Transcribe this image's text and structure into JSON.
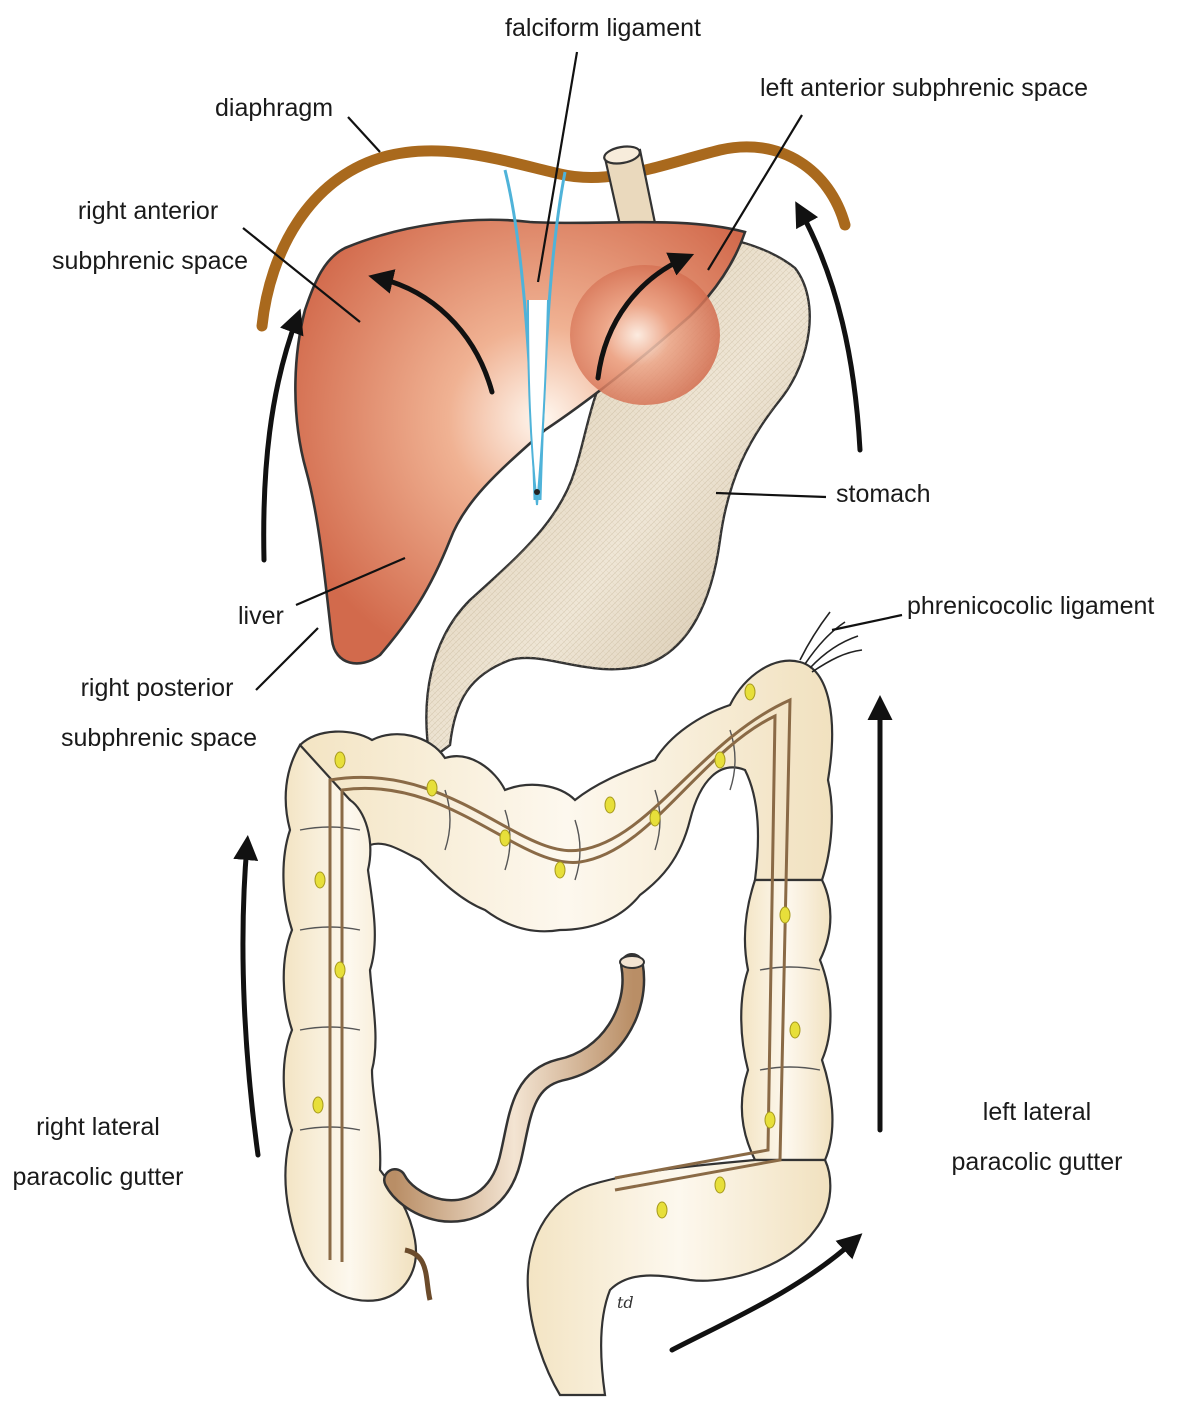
{
  "labels": {
    "falciform_ligament": "falciform ligament",
    "diaphragm": "diaphragm",
    "left_anterior_subphrenic_space": "left anterior subphrenic space",
    "right_anterior_subphrenic_space_line1": "right anterior",
    "right_anterior_subphrenic_space_line2": "subphrenic space",
    "stomach": "stomach",
    "liver": "liver",
    "phrenicocolic_ligament": "phrenicocolic ligament",
    "right_posterior_subphrenic_space_line1": "right posterior",
    "right_posterior_subphrenic_space_line2": "subphrenic space",
    "right_lateral_paracolic_gutter_line1": "right lateral",
    "right_lateral_paracolic_gutter_line2": "paracolic gutter",
    "left_lateral_paracolic_gutter_line1": "left lateral",
    "left_lateral_paracolic_gutter_line2": "paracolic gutter",
    "signature": "td"
  },
  "colors": {
    "diaphragm": "#a9691d",
    "liver": "#d9775a",
    "liver_highlight": "#fff6ee",
    "stomach": "#ddd0ba",
    "colon": "#f6ecd6",
    "falciform": "#4fb3d9",
    "fat_tags": "#e7df3a",
    "small_bowel": "#c9a37a"
  }
}
